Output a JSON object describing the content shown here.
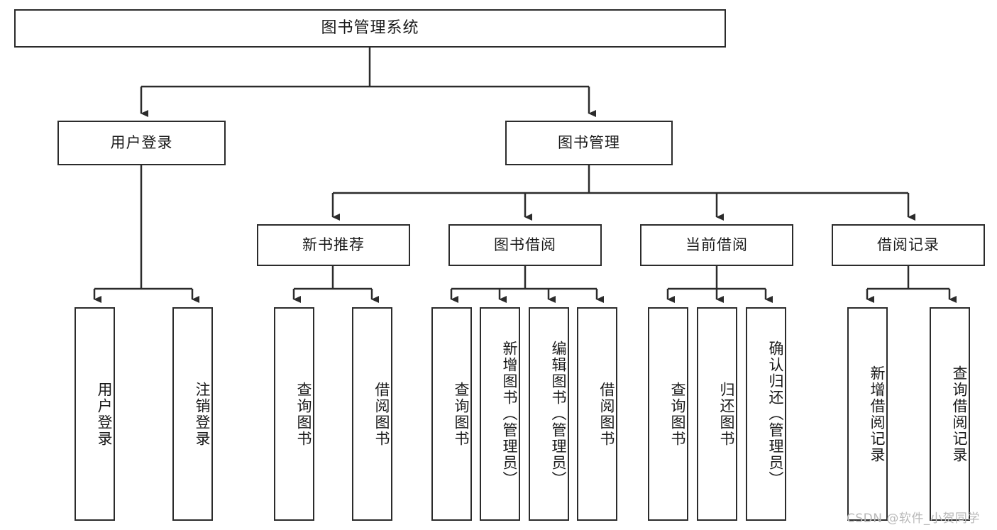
{
  "diagram": {
    "title": "图书管理系统",
    "type": "tree",
    "orientation": "top-down",
    "colors": {
      "box_border": "#2b2b2b",
      "box_fill": "#ffffff",
      "edge": "#2b2b2b",
      "text": "#1a1a1a",
      "watermark": "#b9b9b9"
    },
    "nodes": {
      "root": {
        "label": "图书管理系统",
        "level": 1,
        "text_direction": "horizontal"
      },
      "level2": [
        {
          "id": "user-login",
          "label": "用户登录",
          "text_direction": "horizontal"
        },
        {
          "id": "book-manage",
          "label": "图书管理",
          "text_direction": "horizontal"
        }
      ],
      "level3": [
        {
          "id": "new-book-recommend",
          "label": "新书推荐",
          "parent": "book-manage",
          "text_direction": "horizontal"
        },
        {
          "id": "book-borrow",
          "label": "图书借阅",
          "parent": "book-manage",
          "text_direction": "horizontal"
        },
        {
          "id": "current-borrow",
          "label": "当前借阅",
          "parent": "book-manage",
          "text_direction": "horizontal"
        },
        {
          "id": "borrow-record",
          "label": "借阅记录",
          "parent": "book-manage",
          "text_direction": "horizontal"
        }
      ],
      "leaves": [
        {
          "id": "leaf-user-login",
          "label": "用户登录",
          "parent": "user-login",
          "text_direction": "vertical"
        },
        {
          "id": "leaf-logout",
          "label": "注销登录",
          "parent": "user-login",
          "text_direction": "vertical"
        },
        {
          "id": "leaf-query-book-1",
          "label": "查询图书",
          "parent": "new-book-recommend",
          "text_direction": "vertical"
        },
        {
          "id": "leaf-borrow-book-1",
          "label": "借阅图书",
          "parent": "new-book-recommend",
          "text_direction": "vertical"
        },
        {
          "id": "leaf-query-book-2",
          "label": "查询图书",
          "parent": "book-borrow",
          "text_direction": "vertical"
        },
        {
          "id": "leaf-add-book",
          "label": "新增图书（管理员）",
          "parent": "book-borrow",
          "text_direction": "vertical"
        },
        {
          "id": "leaf-edit-book",
          "label": "编辑图书（管理员）",
          "parent": "book-borrow",
          "text_direction": "vertical"
        },
        {
          "id": "leaf-borrow-book-2",
          "label": "借阅图书",
          "parent": "book-borrow",
          "text_direction": "vertical"
        },
        {
          "id": "leaf-query-book-3",
          "label": "查询图书",
          "parent": "current-borrow",
          "text_direction": "vertical"
        },
        {
          "id": "leaf-return-book",
          "label": "归还图书",
          "parent": "current-borrow",
          "text_direction": "vertical"
        },
        {
          "id": "leaf-confirm-return",
          "label": "确认归还（管理员）",
          "parent": "current-borrow",
          "text_direction": "vertical"
        },
        {
          "id": "leaf-add-record",
          "label": "新增借阅记录",
          "parent": "borrow-record",
          "text_direction": "vertical"
        },
        {
          "id": "leaf-query-record",
          "label": "查询借阅记录",
          "parent": "borrow-record",
          "text_direction": "vertical"
        }
      ]
    },
    "watermark": "CSDN @软件_小贺同学"
  }
}
